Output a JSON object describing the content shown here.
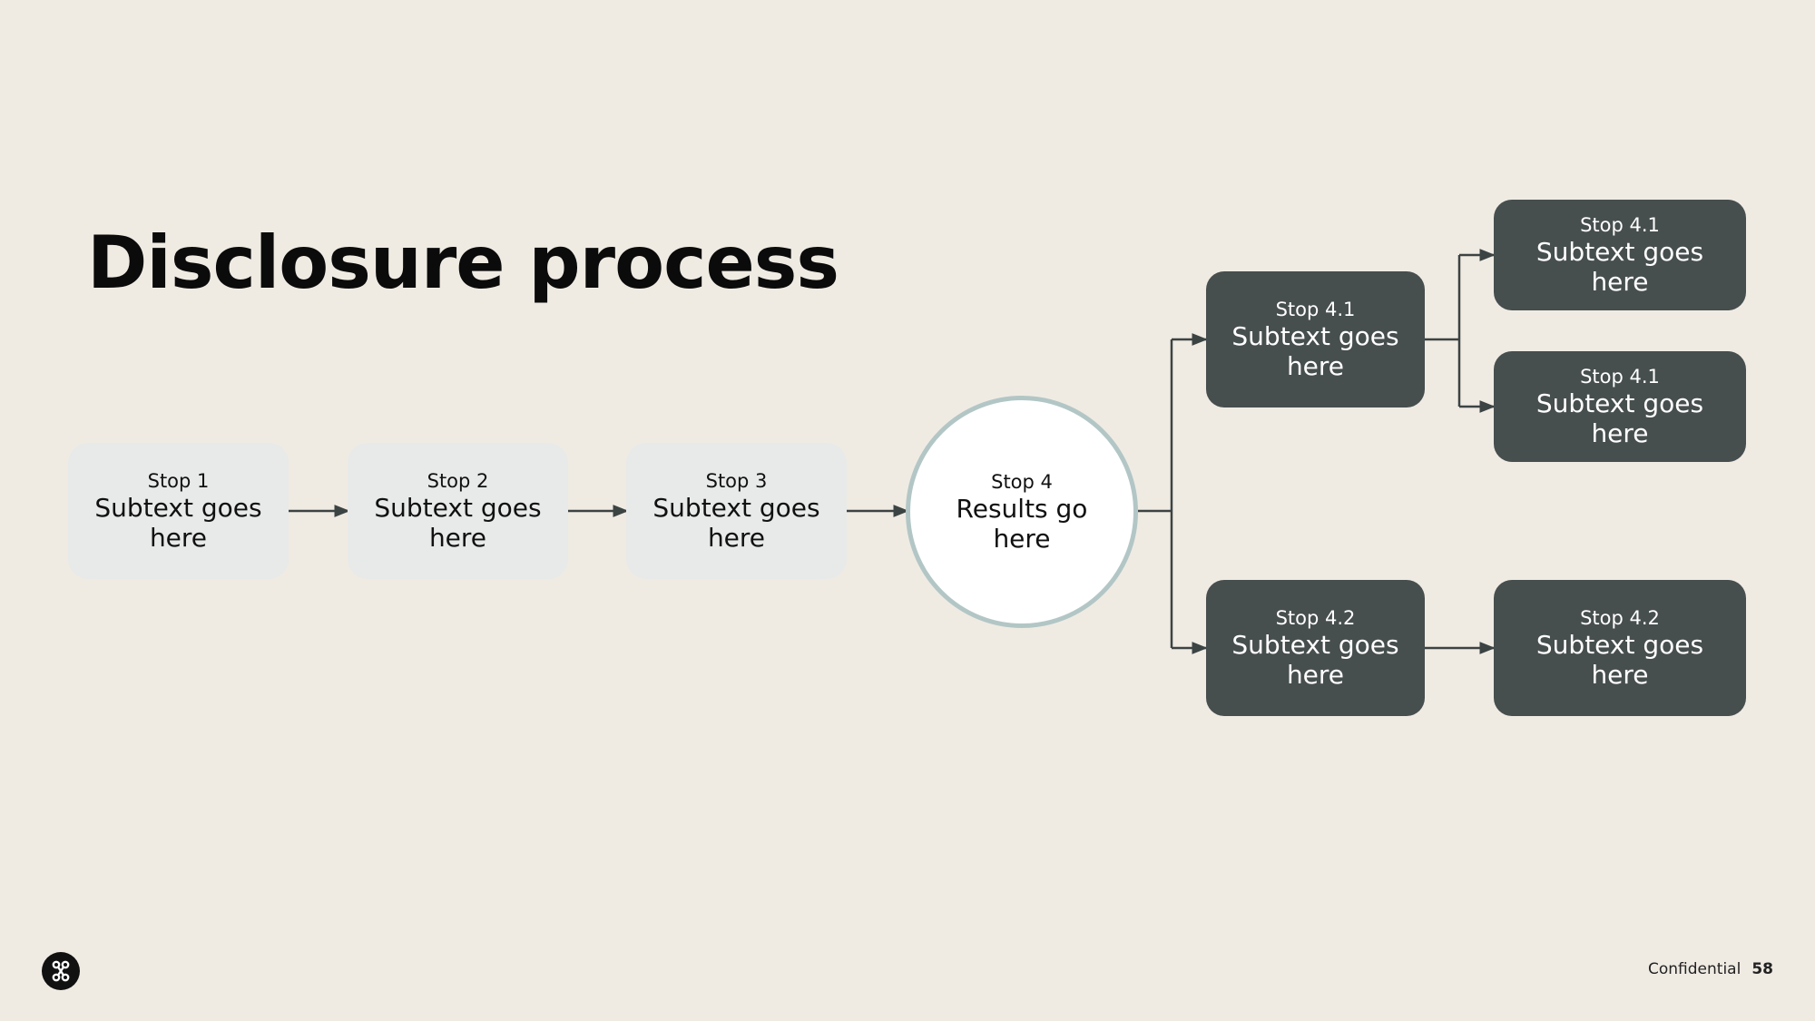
{
  "title": "Disclosure process",
  "nodes": {
    "stop1": {
      "label": "Stop 1",
      "text": "Subtext goes here"
    },
    "stop2": {
      "label": "Stop 2",
      "text": "Subtext goes here"
    },
    "stop3": {
      "label": "Stop 3",
      "text": "Subtext goes here"
    },
    "stop4": {
      "label": "Stop 4",
      "text": "Results go here"
    },
    "stop41": {
      "label": "Stop 4.1",
      "text": "Subtext goes here"
    },
    "stop41a": {
      "label": "Stop 4.1",
      "text": "Subtext goes here"
    },
    "stop41b": {
      "label": "Stop 4.1",
      "text": "Subtext goes here"
    },
    "stop42": {
      "label": "Stop 4.2",
      "text": "Subtext goes here"
    },
    "stop42a": {
      "label": "Stop 4.2",
      "text": "Subtext goes here"
    }
  },
  "footer": {
    "confidential": "Confidential",
    "page": "58",
    "logo_icon": "brand-logo-icon"
  },
  "colors": {
    "background": "#efebe3",
    "light_box": "#e8eae9",
    "dark_box": "#474e4e",
    "circle_border": "#b3c6c6",
    "connector": "#3c4343"
  }
}
